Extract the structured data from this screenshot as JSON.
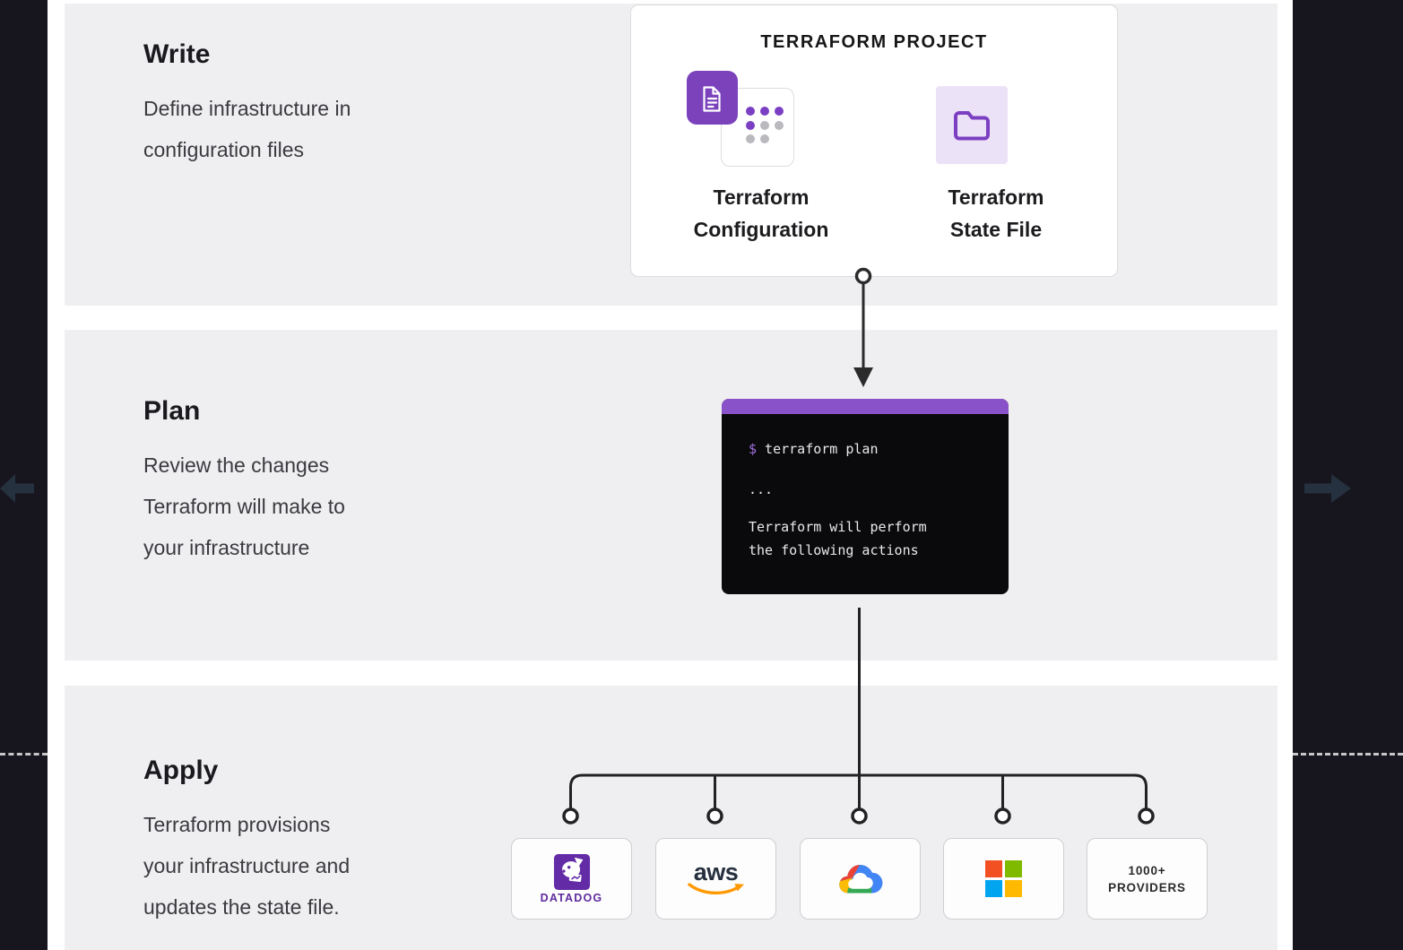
{
  "diagram": {
    "sections": {
      "write": {
        "title": "Write",
        "lines": [
          "Define infrastructure in",
          "configuration files"
        ]
      },
      "plan": {
        "title": "Plan",
        "lines": [
          "Review the changes",
          "Terraform will make to",
          "your infrastructure"
        ]
      },
      "apply": {
        "title": "Apply",
        "lines": [
          "Terraform provisions",
          "your infrastructure and",
          "updates the state file."
        ]
      }
    },
    "project_card": {
      "title": "TERRAFORM PROJECT",
      "configuration_label": [
        "Terraform",
        "Configuration"
      ],
      "state_file_label": [
        "Terraform",
        "State File"
      ]
    },
    "terminal": {
      "prompt": "$",
      "command": " terraform plan",
      "ellipsis": "...",
      "output": [
        "Terraform will perform",
        "the following actions"
      ]
    },
    "providers": {
      "datadog": {
        "wordmark": "DATADOG"
      },
      "aws": {
        "wordmark": "aws"
      },
      "more": {
        "lines": [
          "1000+",
          "PROVIDERS"
        ]
      }
    },
    "icons": {
      "left_nav": "left-arrow-icon",
      "right_nav": "right-arrow-icon",
      "document": "document-icon",
      "dot_grid": "dot-grid-icon",
      "folder": "folder-icon",
      "datadog": "datadog-dog-icon",
      "aws_smile": "aws-smile-icon",
      "google_cloud": "google-cloud-icon",
      "microsoft": "microsoft-squares-icon"
    },
    "colors": {
      "terraform_purple": "#7b42bc",
      "terminal_header": "#8a52c8",
      "terminal_bg": "#0a0a0c",
      "section_bg": "#efeff1",
      "side_panel": "#17151d",
      "nav_arrow": "#26313f",
      "datadog_purple": "#632ca6",
      "aws_dark": "#252f3e",
      "aws_orange": "#ff9900",
      "google_blue": "#4285f4",
      "google_red": "#ea4335",
      "google_yellow": "#fbbc05",
      "google_green": "#34a853",
      "ms_red": "#f25022",
      "ms_green": "#7fba00",
      "ms_blue": "#00a4ef",
      "ms_yellow": "#ffb900"
    }
  }
}
